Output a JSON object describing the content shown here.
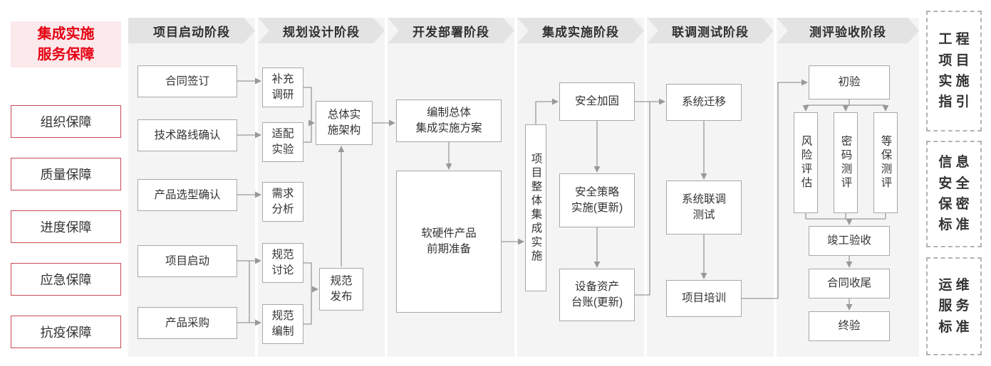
{
  "colors": {
    "accent_red": "#e60012",
    "band_gray": "#f4f4f4",
    "header_gray": "#e3e3e3",
    "line_gray": "#999999"
  },
  "left_panel": {
    "title": "集成实施\n服务保障",
    "items": [
      {
        "label": "组织保障"
      },
      {
        "label": "质量保障"
      },
      {
        "label": "进度保障"
      },
      {
        "label": "应急保障"
      },
      {
        "label": "抗疫保障"
      }
    ]
  },
  "phases": [
    {
      "header": "项目启动阶段",
      "boxes": [
        "合同签订",
        "技术路线确认",
        "产品选型确认",
        "项目启动",
        "产品采购"
      ]
    },
    {
      "header": "规划设计阶段",
      "boxes": [
        "补充\n调研",
        "适配\n实验",
        "需求\n分析",
        "规范\n讨论",
        "规范\n编制",
        "总体实\n施架构",
        "规范\n发布"
      ]
    },
    {
      "header": "开发部署阶段",
      "boxes": [
        "编制总体\n集成实施方案",
        "软硬件产品\n前期准备"
      ]
    },
    {
      "header": "集成实施阶段",
      "boxes": [
        "项目整体集成实施",
        "安全加固",
        "安全策略\n实施(更新)",
        "设备资产\n台账(更新)"
      ]
    },
    {
      "header": "联调测试阶段",
      "boxes": [
        "系统迁移",
        "系统联调\n测试",
        "项目培训"
      ]
    },
    {
      "header": "测评验收阶段",
      "boxes": [
        "初验",
        "风险评估",
        "密码测评",
        "等保测评",
        "竣工验收",
        "合同收尾",
        "终验"
      ]
    }
  ],
  "right_panel": {
    "items": [
      {
        "label": "工 程\n项 目\n实 施\n指 引"
      },
      {
        "label": "信 息\n安 全\n保 密\n标 准"
      },
      {
        "label": "运 维\n服 务\n标 准"
      }
    ]
  }
}
